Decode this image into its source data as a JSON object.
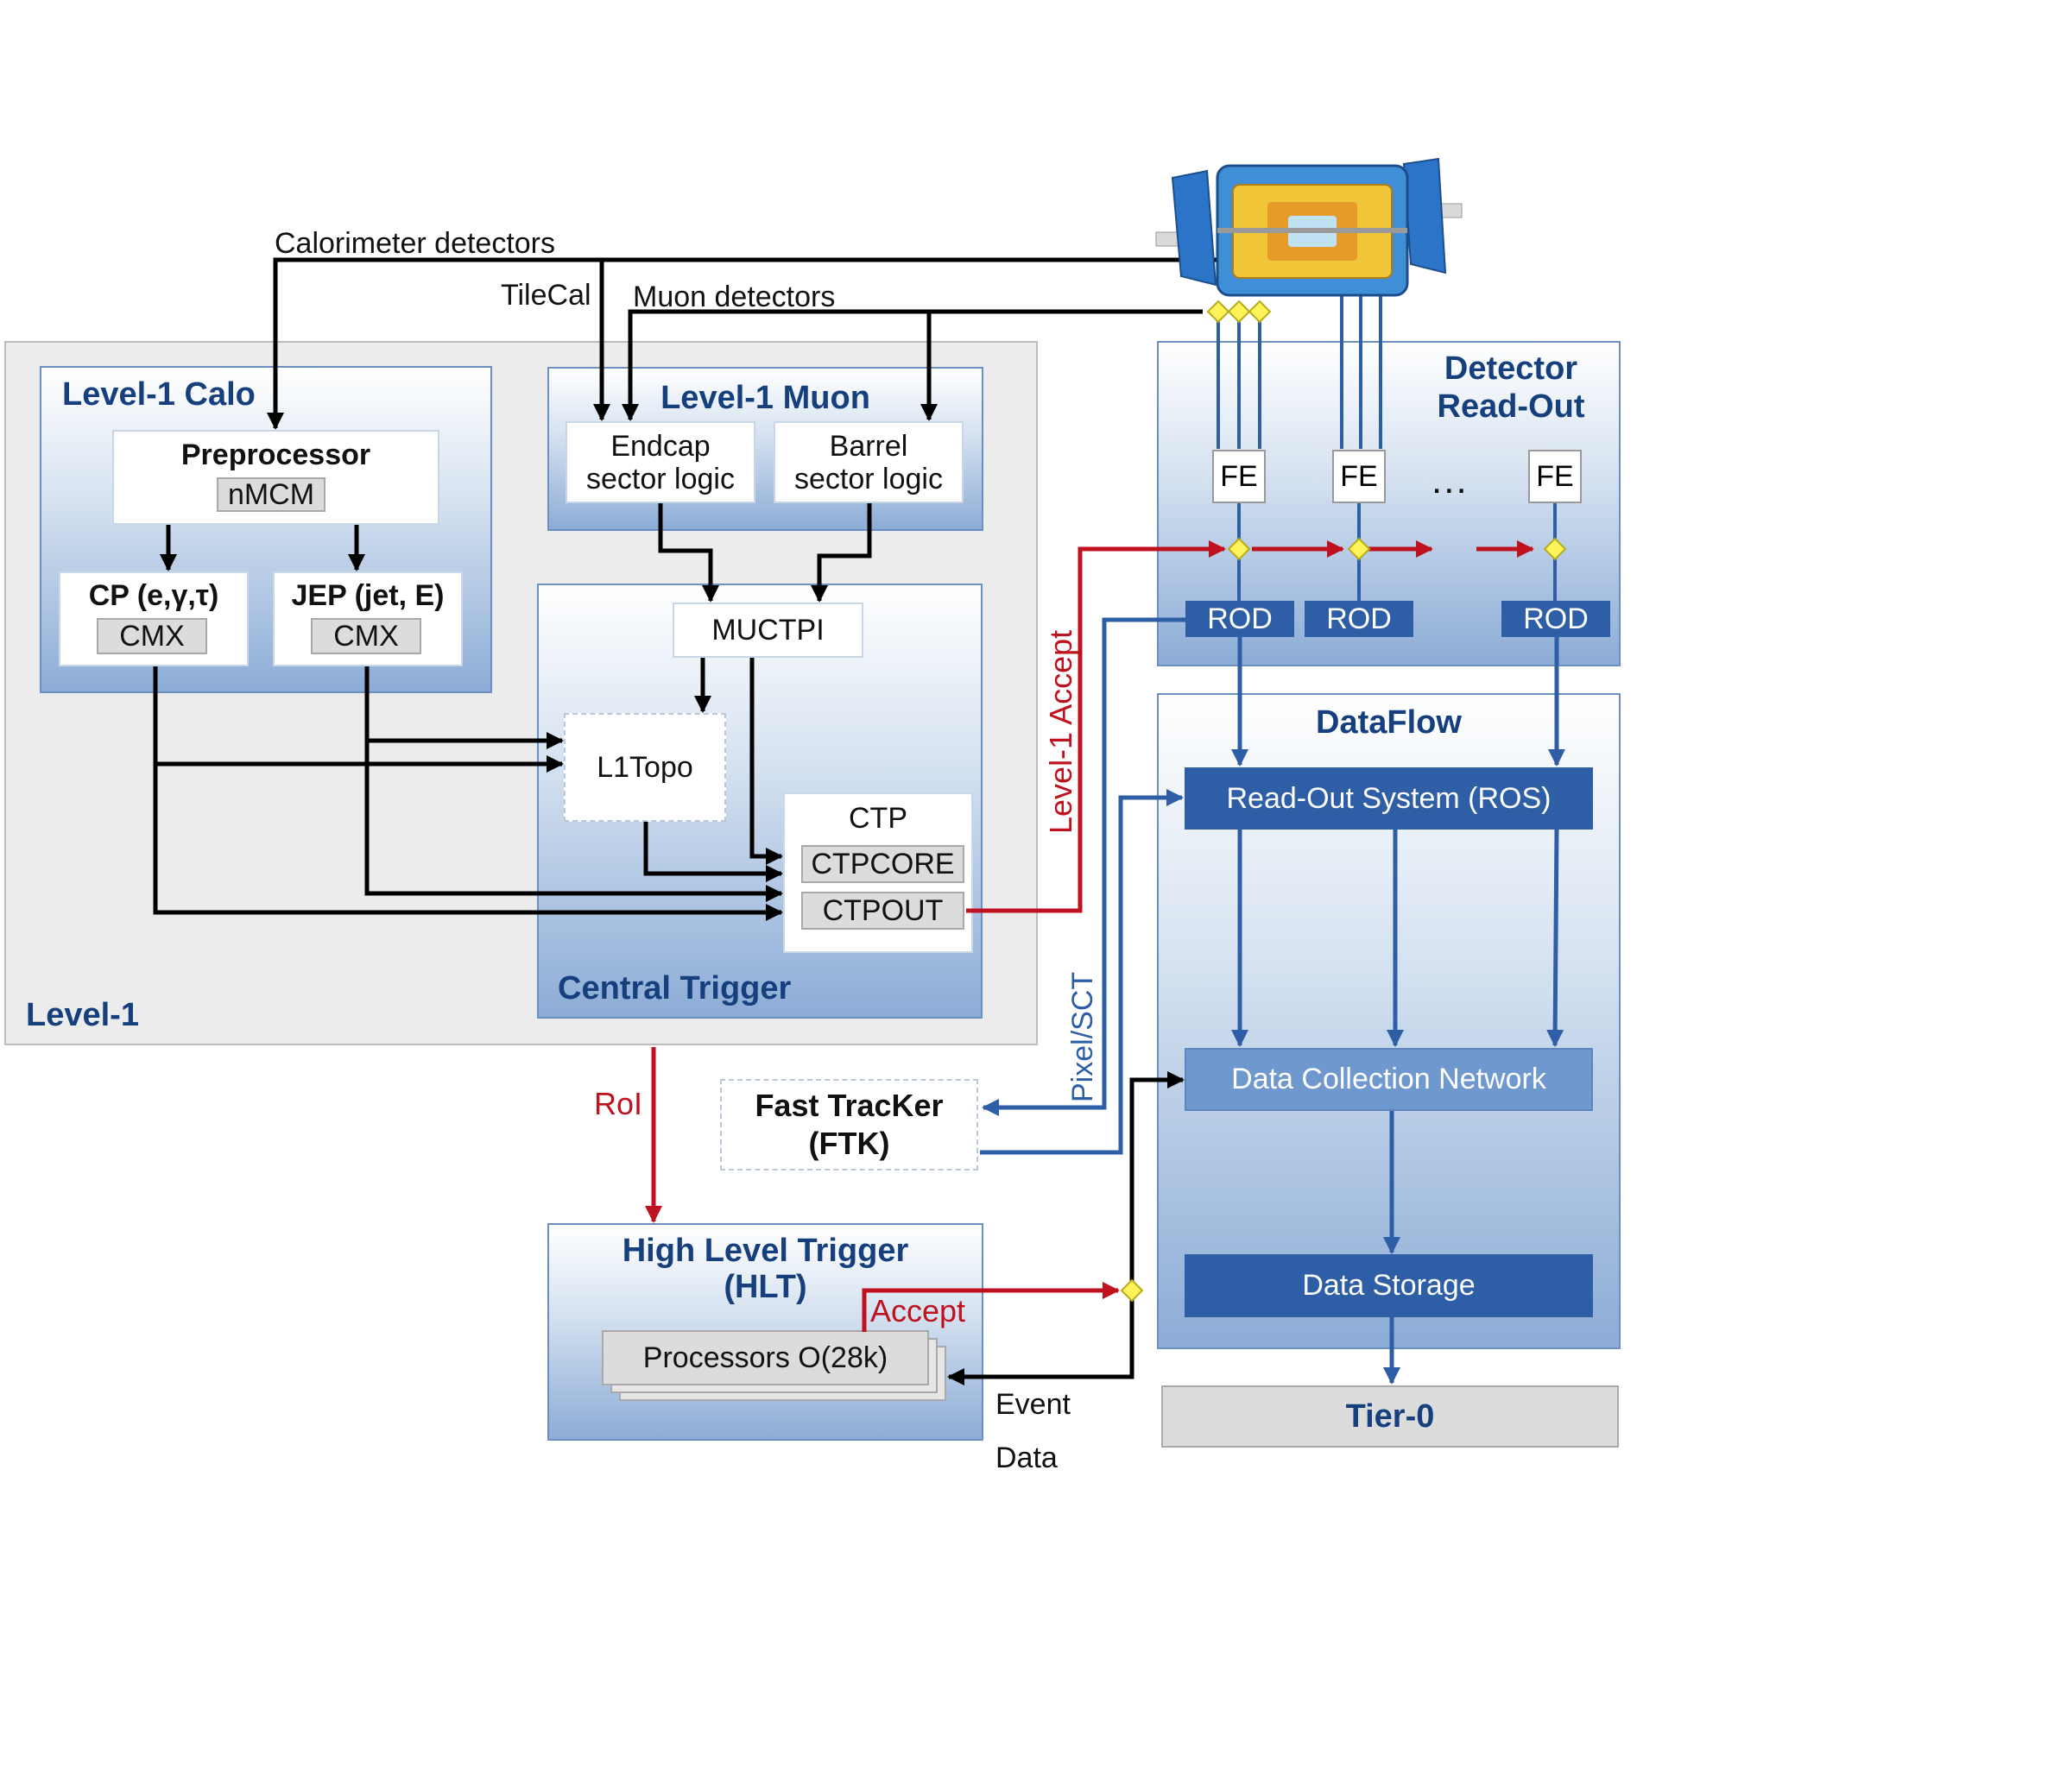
{
  "labels": {
    "calorimeter_detectors": "Calorimeter detectors",
    "tilecal": "TileCal",
    "muon_detectors": "Muon detectors",
    "level1": "Level-1",
    "level1_calo": "Level-1 Calo",
    "preprocessor": "Preprocessor",
    "nmcm": "nMCM",
    "cp": "CP (e,γ,τ)",
    "jep": "JEP (jet, E)",
    "cmx": "CMX",
    "level1_muon": "Level-1 Muon",
    "endcap": "Endcap\nsector logic",
    "barrel": "Barrel\nsector logic",
    "muctpi": "MUCTPI",
    "l1topo": "L1Topo",
    "ctp": "CTP",
    "ctpcore": "CTPCORE",
    "ctpout": "CTPOUT",
    "central_trigger": "Central Trigger",
    "detector_readout": "Detector\nRead-Out",
    "fe": "FE",
    "ellipsis": "...",
    "rod": "ROD",
    "level1_accept": "Level-1 Accept",
    "dataflow": "DataFlow",
    "ros": "Read-Out System (ROS)",
    "pixel_sct": "Pixel/SCT",
    "dcn": "Data Collection Network",
    "data_storage": "Data Storage",
    "tier0": "Tier-0",
    "roi": "RoI",
    "ftk": "Fast TracKer\n(FTK)",
    "hlt": "High Level Trigger\n(HLT)",
    "accept": "Accept",
    "processors": "Processors O(28k)",
    "event_data": "Event\nData"
  },
  "colors": {
    "title_blue": "#163f7d",
    "arrow_red": "#c0111f",
    "arrow_blue": "#2e5ea5",
    "arrow_black": "#000000",
    "diamond_yellow": "#fff35a"
  },
  "icons": {
    "detector": "atlas-detector-icon",
    "diamond": "diamond-icon"
  }
}
